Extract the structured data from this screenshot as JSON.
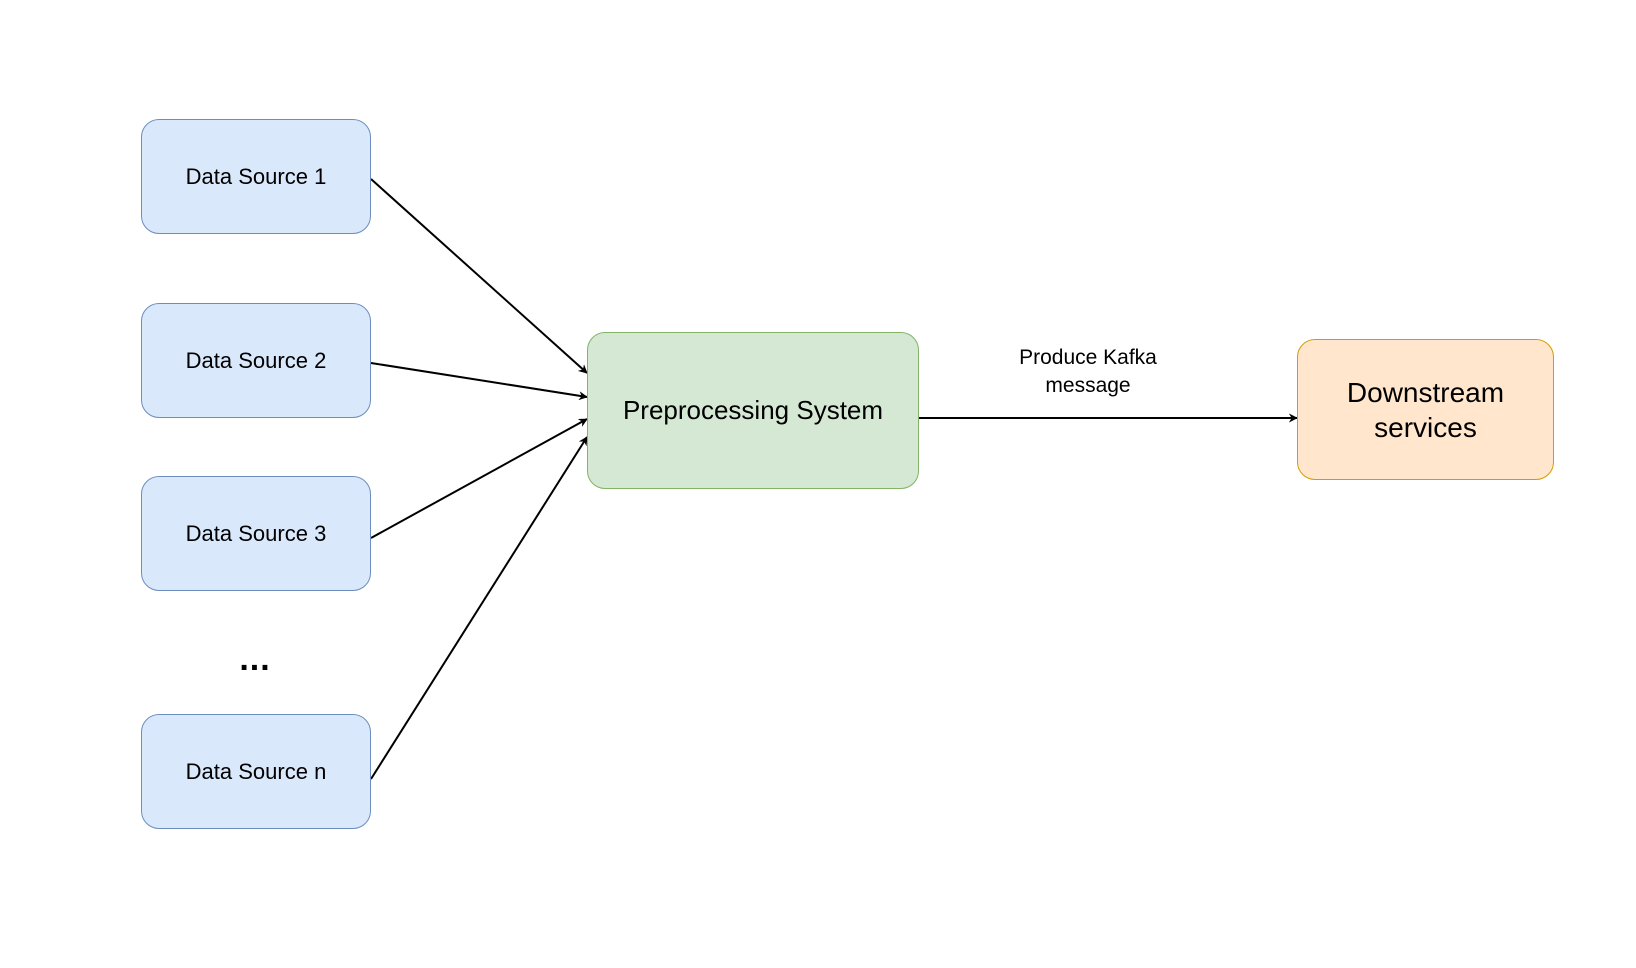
{
  "colors": {
    "source_fill": "#dae8fc",
    "source_stroke": "#6c8ebf",
    "process_fill": "#d5e8d4",
    "process_stroke": "#82b366",
    "downstream_fill": "#ffe6cc",
    "downstream_stroke": "#d79b00",
    "edge": "#000000"
  },
  "nodes": {
    "sources": [
      {
        "id": "s1",
        "label": "Data Source 1"
      },
      {
        "id": "s2",
        "label": "Data Source 2"
      },
      {
        "id": "s3",
        "label": "Data Source 3"
      },
      {
        "id": "sn",
        "label": "Data Source n"
      }
    ],
    "ellipsis": "...",
    "process": {
      "id": "pre",
      "label": "Preprocessing System"
    },
    "downstream": {
      "id": "down",
      "label_line1": "Downstream",
      "label_line2": "services"
    }
  },
  "edges": [
    {
      "from": "s1",
      "to": "pre"
    },
    {
      "from": "s2",
      "to": "pre"
    },
    {
      "from": "s3",
      "to": "pre"
    },
    {
      "from": "sn",
      "to": "pre"
    },
    {
      "from": "pre",
      "to": "down",
      "label_line1": "Produce Kafka",
      "label_line2": "message"
    }
  ]
}
